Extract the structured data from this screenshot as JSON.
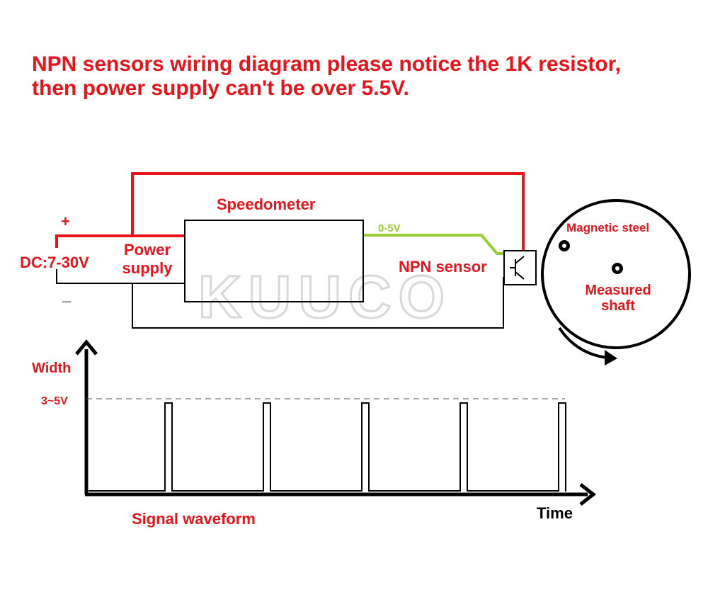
{
  "title": {
    "line1": "NPN sensors wiring diagram please notice the 1K resistor,",
    "line2": "then power supply can't be over 5.5V."
  },
  "labels": {
    "speedometer": "Speedometer",
    "signal_voltage": "0-5V",
    "plus": "+",
    "minus": "_",
    "dc_voltage": "DC:7-30V",
    "power_line1": "Power",
    "power_line2": "supply",
    "npn_sensor": "NPN sensor",
    "magnetic_steel": "Magnetic steel",
    "measured_line1": "Measured",
    "measured_line2": "shaft"
  },
  "watermark": "KUUCO",
  "waveform": {
    "y_axis_label": "Width",
    "level_label": "3~5V",
    "x_axis_label": "Time",
    "caption": "Signal waveform",
    "pulse_count": 5
  },
  "colors": {
    "accent_red": "#e8141c",
    "signal_green": "#9acd32",
    "wire_black": "#000000",
    "watermark_gray": "#d8d8d8"
  }
}
